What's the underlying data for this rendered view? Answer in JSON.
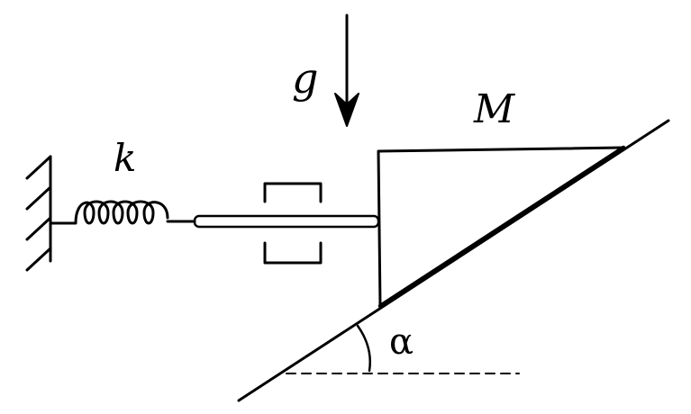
{
  "labels": {
    "spring_constant": "k",
    "gravity": "g",
    "mass": "M",
    "angle": "α"
  },
  "colors": {
    "ink": "#000000",
    "background": "#ffffff"
  }
}
